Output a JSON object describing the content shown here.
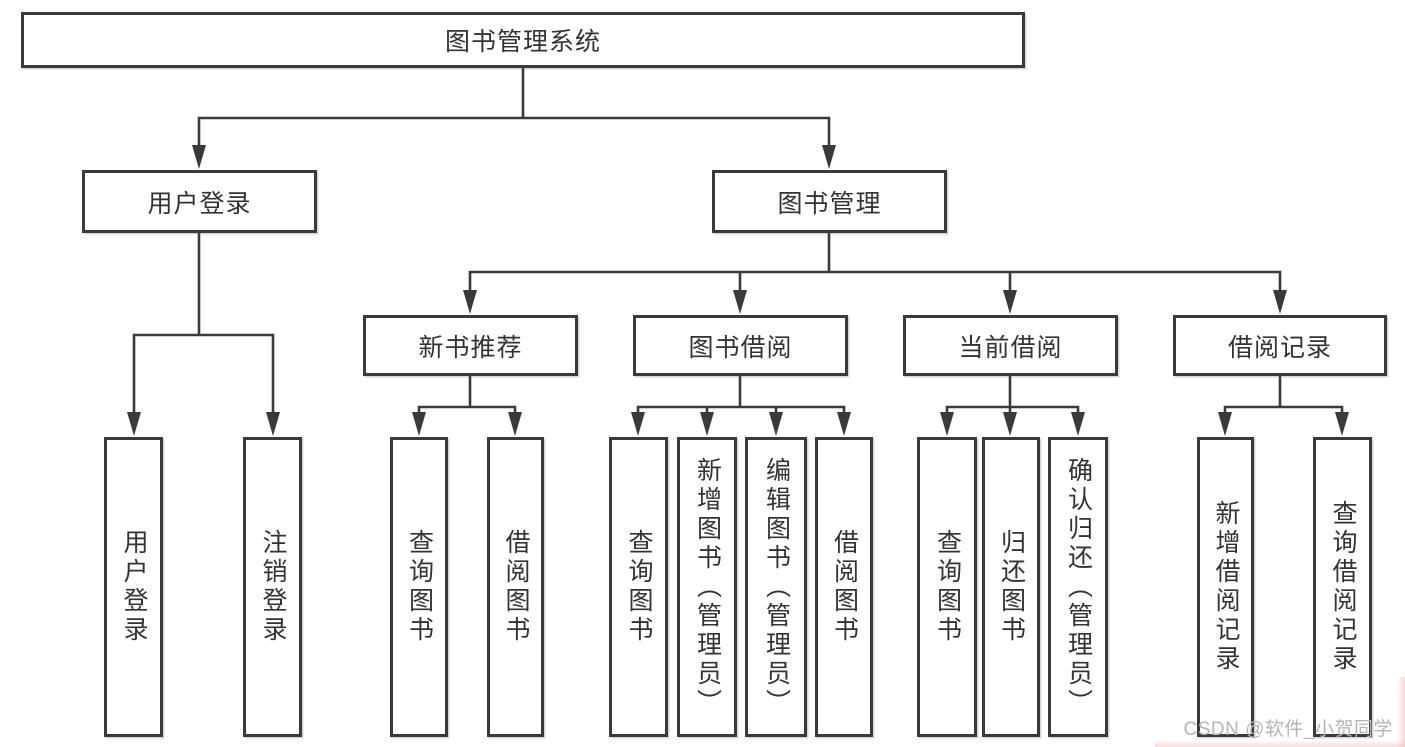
{
  "diagram": {
    "title": {
      "label": "图书管理系统"
    },
    "branches": [
      {
        "label": "用户登录",
        "children": [
          {
            "label": "用户登录"
          },
          {
            "label": "注销登录"
          }
        ]
      },
      {
        "label": "图书管理",
        "children": [
          {
            "label": "新书推荐",
            "children": [
              {
                "label": "查询图书"
              },
              {
                "label": "借阅图书"
              }
            ]
          },
          {
            "label": "图书借阅",
            "children": [
              {
                "label": "查询图书"
              },
              {
                "label": "新增图书（管理员）"
              },
              {
                "label": "编辑图书（管理员）"
              },
              {
                "label": "借阅图书"
              }
            ]
          },
          {
            "label": "当前借阅",
            "children": [
              {
                "label": "查询图书"
              },
              {
                "label": "归还图书"
              },
              {
                "label": "确认归还（管理员）"
              }
            ]
          },
          {
            "label": "借阅记录",
            "children": [
              {
                "label": "新增借阅记录"
              },
              {
                "label": "查询借阅记录"
              }
            ]
          }
        ]
      }
    ]
  },
  "watermark": {
    "text": "CSDN @软件_小贺同学"
  },
  "colors": {
    "line": "#3a3a3a",
    "text": "#333333",
    "watermark": "#b5b5b5",
    "background": "#ffffff"
  }
}
